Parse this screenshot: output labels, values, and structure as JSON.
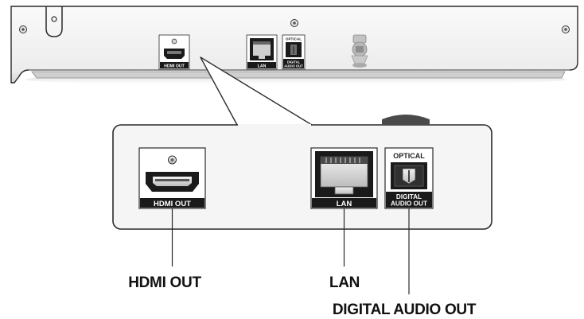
{
  "ports": {
    "hdmi_badge": "HDMI OUT",
    "lan_badge": "LAN",
    "optical_top": "OPTICAL",
    "digital_badge_line1": "DIGITAL",
    "digital_badge_line2": "AUDIO OUT"
  },
  "callouts": {
    "hdmi": "HDMI OUT",
    "lan": "LAN",
    "digital_audio": "DIGITAL AUDIO OUT"
  },
  "colors": {
    "outline": "#2a2a2a",
    "panel_fill": "#f4f4f4",
    "port_dark": "#1a1a1a",
    "metal_light": "#d9d9d9"
  }
}
